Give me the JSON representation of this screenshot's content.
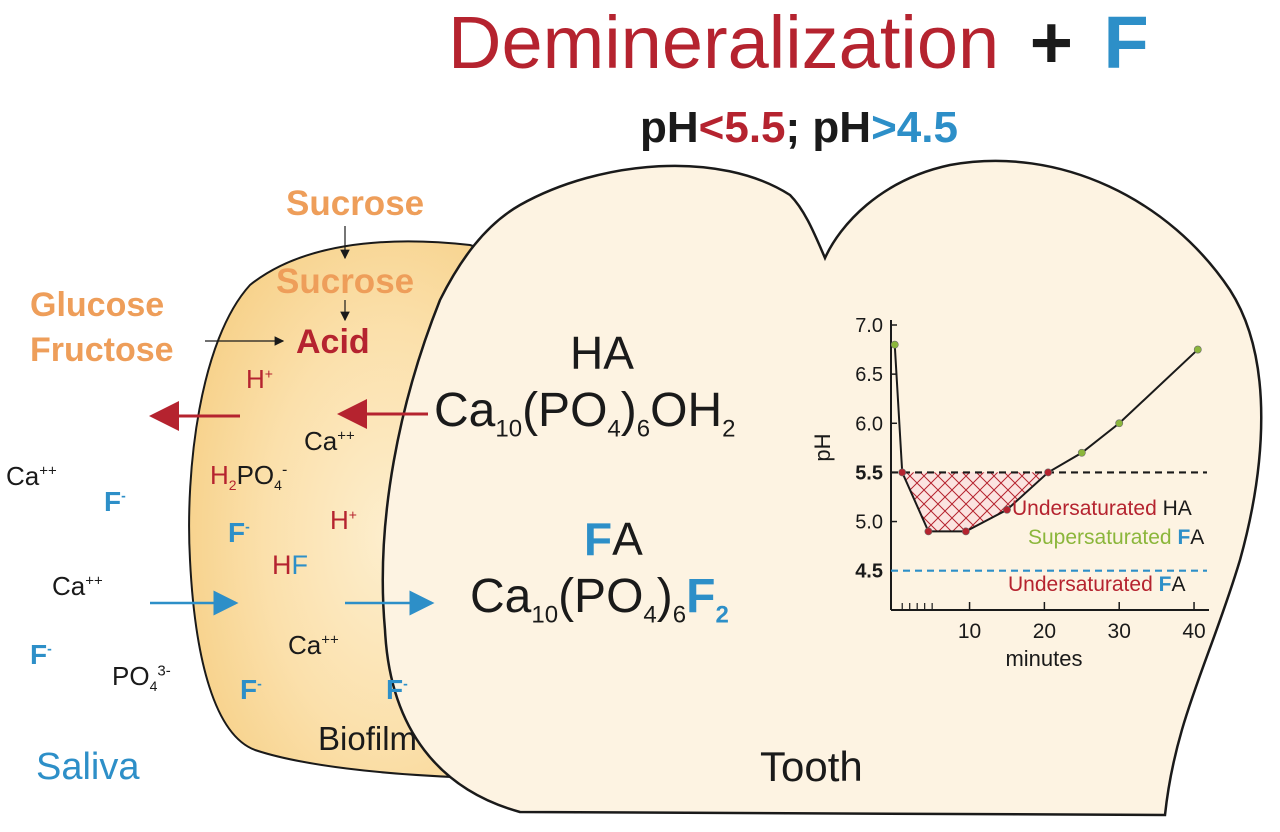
{
  "header": {
    "title_main": "Demineralization",
    "title_plus": "+",
    "title_f": "F",
    "ph_a_label": "pH",
    "ph_a_op": "<",
    "ph_a_value": "5.5",
    "ph_sep": ";",
    "ph_b_label": "pH",
    "ph_b_op": ">",
    "ph_b_value": "4.5"
  },
  "sugars": {
    "sucrose_top": "Sucrose",
    "sucrose_mid": "Sucrose",
    "glucose": "Glucose",
    "fructose": "Fructose",
    "acid": "Acid"
  },
  "ions": {
    "h": "H",
    "plus": "+",
    "ca": "Ca",
    "double_plus": "++",
    "f": "F",
    "minus": "-",
    "h2po4_h": "H",
    "h2po4_2": "2",
    "h2po4_po": "PO",
    "h2po4_4": "4",
    "hf_h": "H",
    "hf_f": "F",
    "po4_po": "PO",
    "po4_4": "4",
    "po4_charge": "3-"
  },
  "tooth": {
    "ha_label": "HA",
    "ha_formula_ca": "Ca",
    "ha_formula_10": "10",
    "ha_formula_po": "(PO",
    "ha_formula_4": "4",
    "ha_formula_close": ")",
    "ha_formula_6": "6",
    "ha_formula_oh": "OH",
    "ha_formula_2": "2",
    "fa_label_f": "F",
    "fa_label_a": "A",
    "fa_formula_ca": "Ca",
    "fa_formula_10": "10",
    "fa_formula_po": "(PO",
    "fa_formula_4": "4",
    "fa_formula_close": ")",
    "fa_formula_6": "6",
    "fa_formula_f": "F",
    "fa_formula_2": "2"
  },
  "regions": {
    "saliva": "Saliva",
    "biofilm": "Biofilm",
    "tooth": "Tooth"
  },
  "colors": {
    "red": "#b5232f",
    "blue": "#2d8fc8",
    "orange": "#ee9e5a",
    "green": "#8bb63b",
    "tooth_fill": "#fdf3e2",
    "biofilm_fill": "#f8d48f"
  },
  "chart_data": {
    "type": "line",
    "title": "",
    "xlabel": "minutes",
    "ylabel": "pH",
    "xlim": [
      -0.5,
      42
    ],
    "ylim": [
      4.1,
      7.0
    ],
    "x_ticks": [
      "10",
      "20",
      "30",
      "40"
    ],
    "y_ticks": [
      "7.0",
      "6.5",
      "6.0",
      "5.5",
      "5.0",
      "4.5"
    ],
    "series": [
      {
        "points": [
          {
            "x": 0,
            "y": 6.8
          },
          {
            "x": 1,
            "y": 5.5
          },
          {
            "x": 4.5,
            "y": 4.9
          },
          {
            "x": 9.5,
            "y": 4.9
          },
          {
            "x": 15,
            "y": 5.12
          },
          {
            "x": 20.5,
            "y": 5.5
          },
          {
            "x": 25,
            "y": 5.7
          },
          {
            "x": 30,
            "y": 6.0
          },
          {
            "x": 40.5,
            "y": 6.75
          }
        ]
      }
    ],
    "reference_lines": [
      {
        "y": 5.5,
        "color": "#1a1a1a"
      },
      {
        "y": 4.5,
        "color": "#2d8fc8"
      }
    ],
    "annotations": {
      "line1_a": "Undersaturated",
      "line1_b": "HA",
      "line2_a": "Supersaturated",
      "line2_b_f": "F",
      "line2_b_a": "A",
      "line3_a": "Undersaturated",
      "line3_b_f": "F",
      "line3_b_a": "A"
    }
  }
}
